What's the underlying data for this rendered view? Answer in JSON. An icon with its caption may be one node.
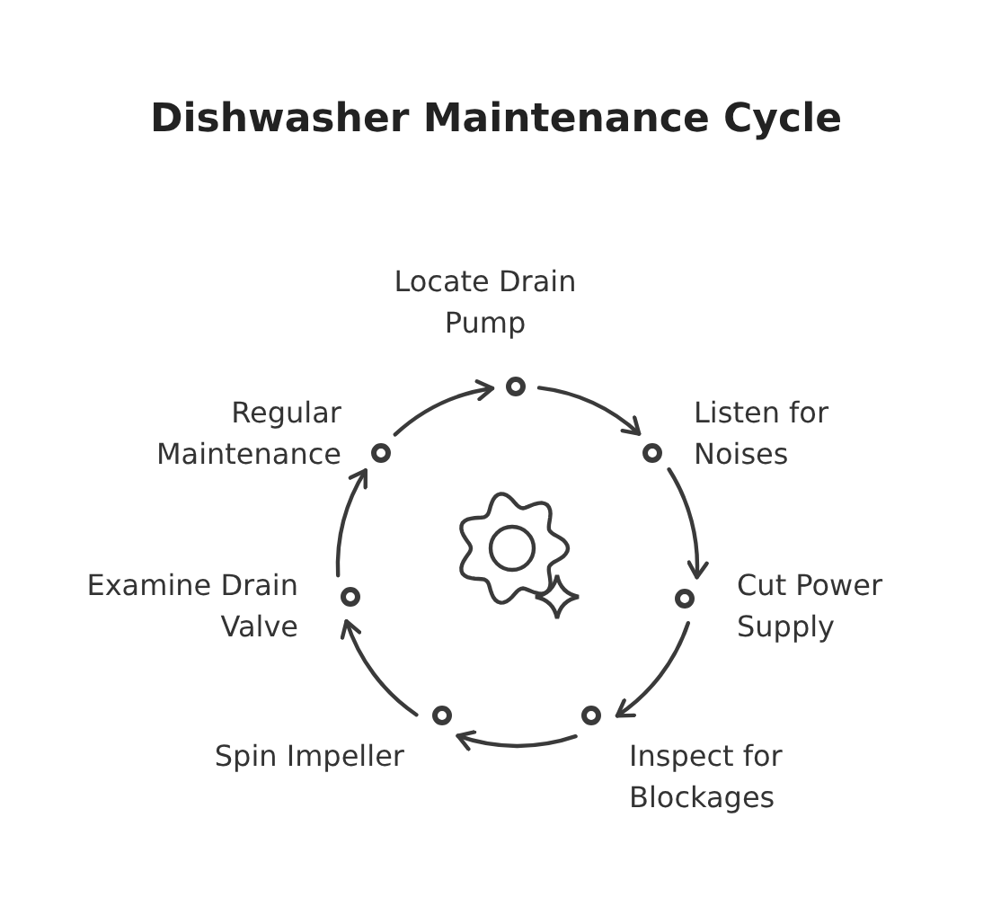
{
  "diagram": {
    "title": "Dishwasher Maintenance Cycle",
    "nodes": [
      {
        "text": [],
        "shape": "circle",
        "beside": [
          "Locate Drain Pump"
        ]
      },
      {
        "text": [],
        "shape": "circle",
        "beside": [
          "Listen for Noises"
        ]
      },
      {
        "text": [],
        "shape": "circle",
        "beside": [
          "Cut Power Supply"
        ]
      },
      {
        "text": [],
        "shape": "circle",
        "beside": [
          "Inspect for Blockages"
        ]
      },
      {
        "text": [],
        "shape": "circle",
        "beside": [
          "Spin Impeller"
        ]
      },
      {
        "text": [],
        "shape": "circle",
        "beside": [
          "Examine Drain Valve"
        ]
      },
      {
        "text": [],
        "shape": "circle",
        "beside": [
          "Regular Maintenance"
        ]
      }
    ],
    "edges": [
      {
        "from": 0,
        "to": 1,
        "arrow": "to"
      },
      {
        "from": 1,
        "to": 2,
        "arrow": "to"
      },
      {
        "from": 2,
        "to": 3,
        "arrow": "to"
      },
      {
        "from": 3,
        "to": 4,
        "arrow": "to"
      },
      {
        "from": 4,
        "to": 5,
        "arrow": "to"
      },
      {
        "from": 5,
        "to": 6,
        "arrow": "to"
      },
      {
        "from": 6,
        "to": 0,
        "arrow": "to"
      }
    ]
  }
}
